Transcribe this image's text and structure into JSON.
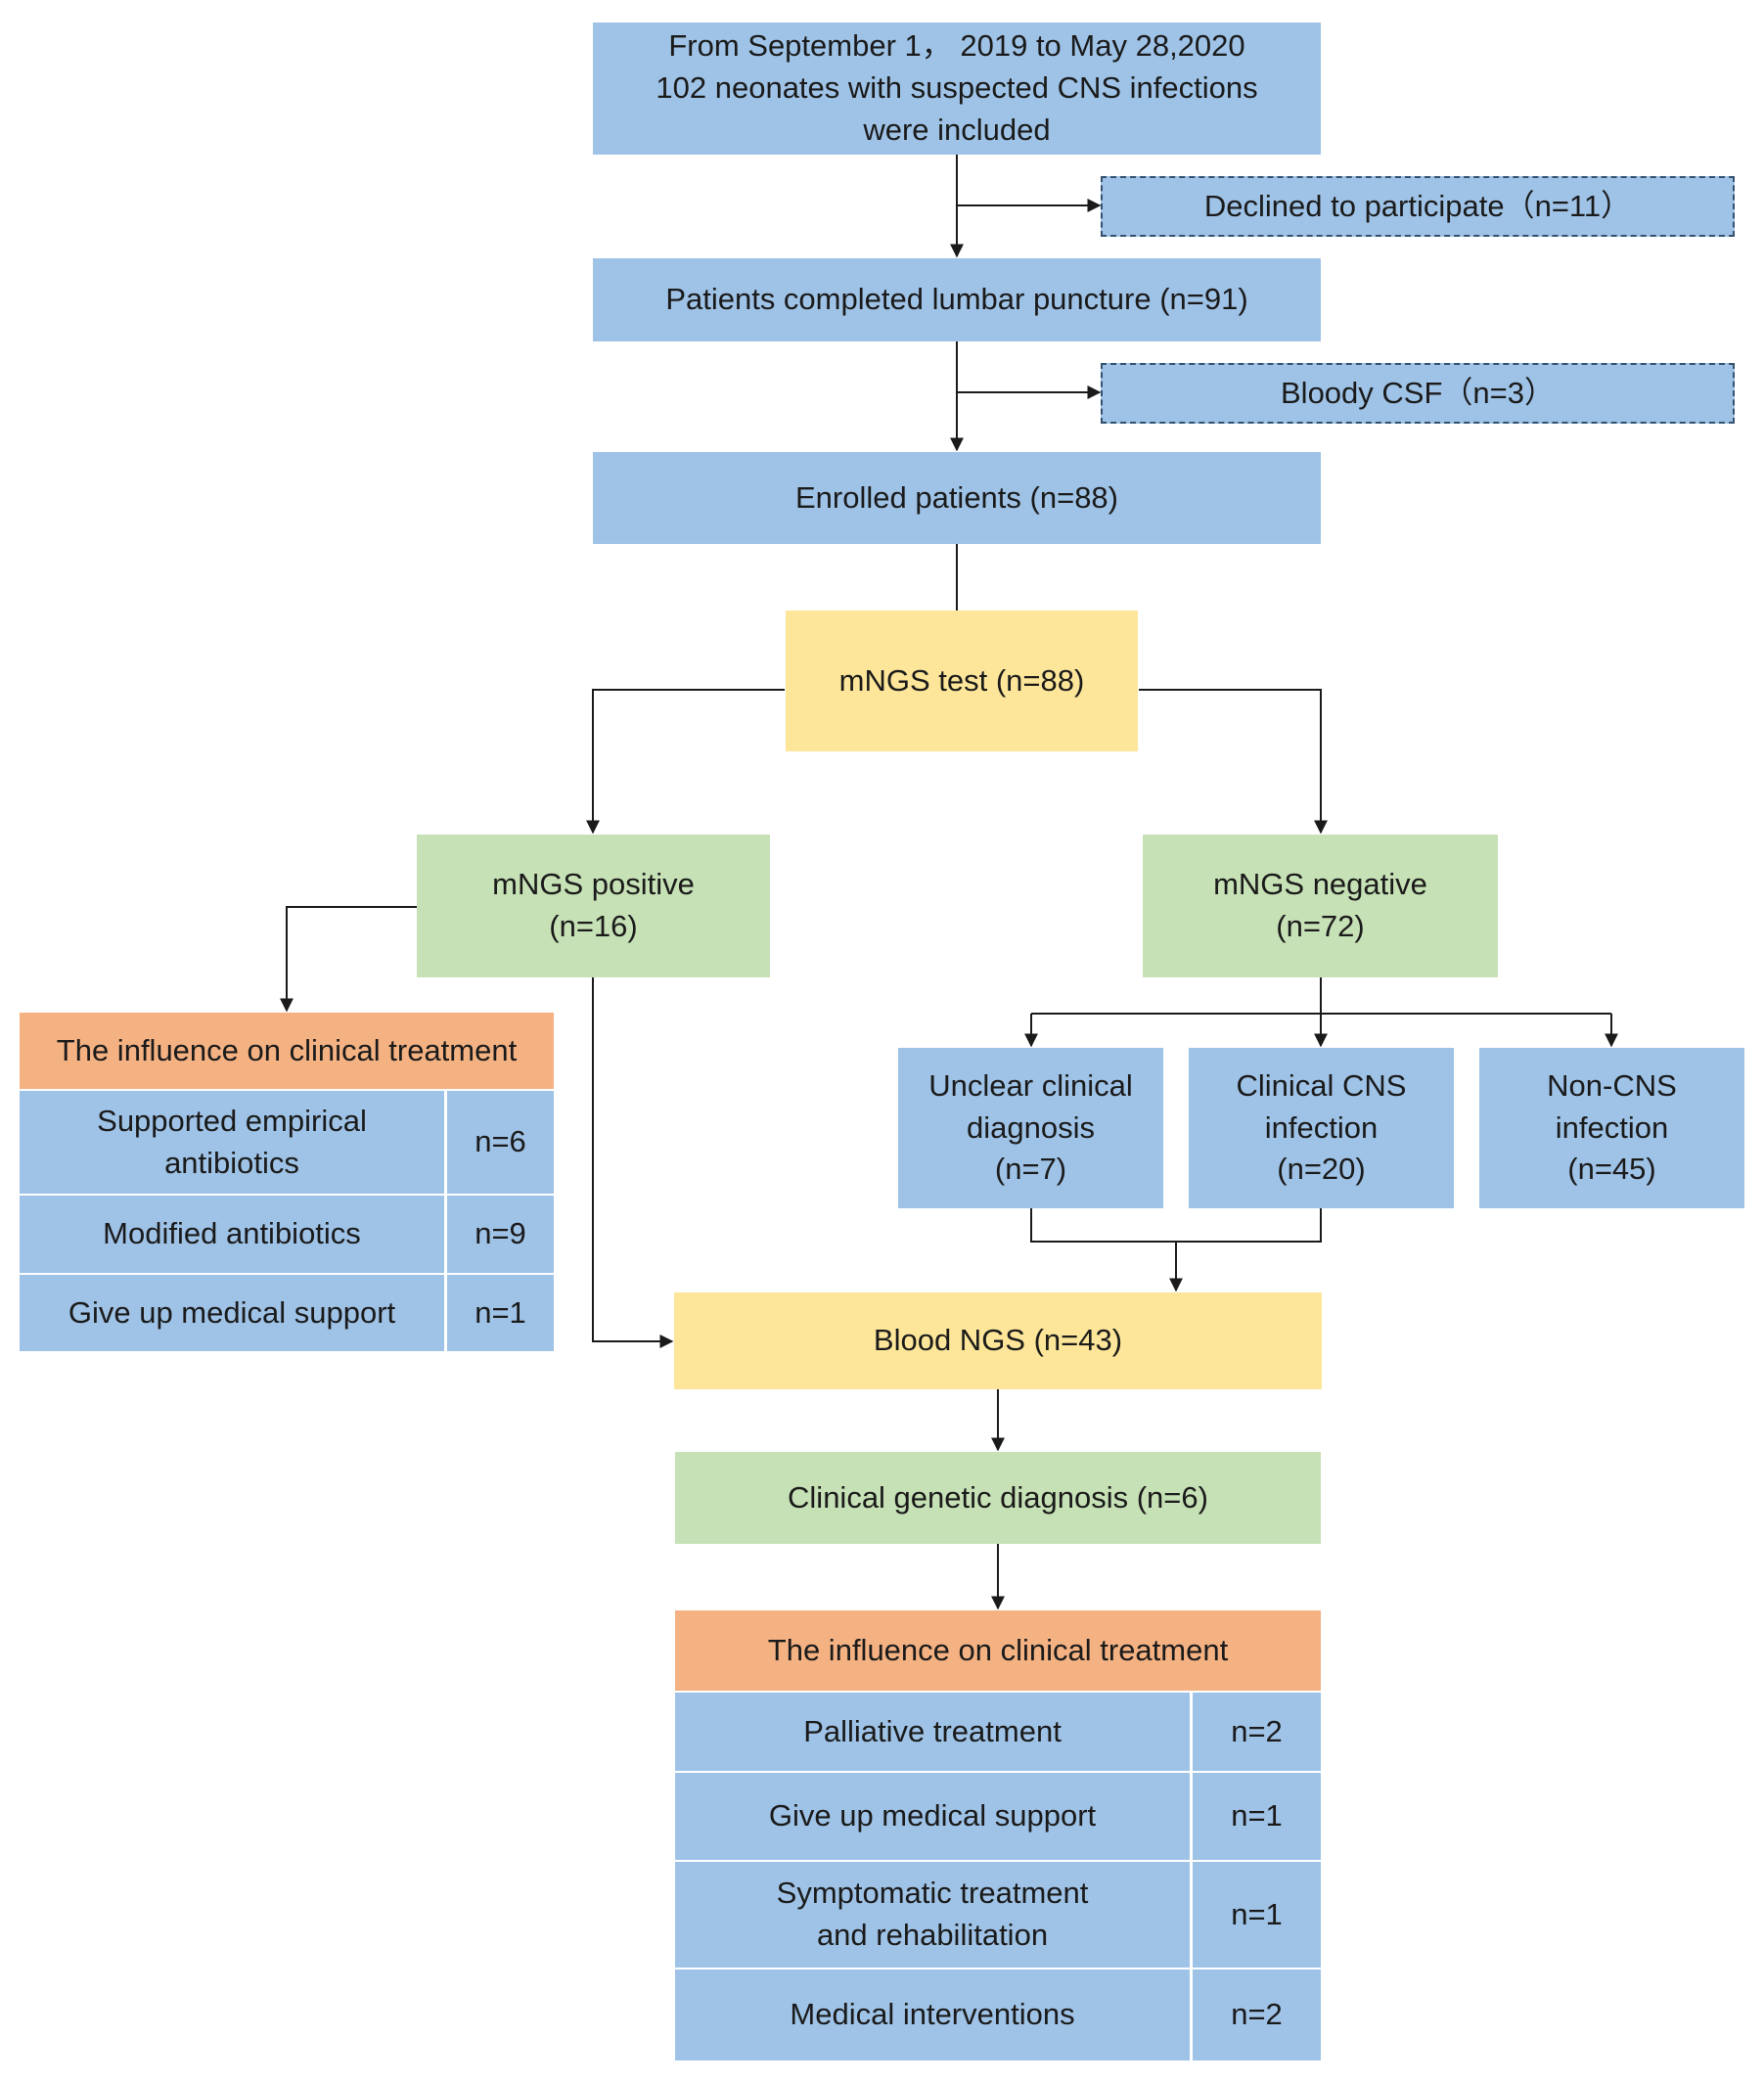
{
  "nodes": {
    "included": "From September 1，  2019 to May 28,2020\n102 neonates with suspected CNS infections\nwere included",
    "declined": "Declined to participate（n=11）",
    "lumbar": "Patients completed lumbar puncture (n=91)",
    "bloody": "Bloody CSF（n=3）",
    "enrolled": "Enrolled patients (n=88)",
    "mngs_test": "mNGS  test (n=88)",
    "positive": "mNGS positive\n(n=16)",
    "negative": "mNGS negative\n(n=72)",
    "unclear": "Unclear clinical\ndiagnosis\n(n=7)",
    "clinical_cns": "Clinical CNS\ninfection\n(n=20)",
    "non_cns": "Non-CNS\ninfection\n(n=45)",
    "blood_ngs": "Blood NGS (n=43)",
    "genetic": "Clinical genetic diagnosis  (n=6)"
  },
  "left_table": {
    "header": "The influence on clinical treatment",
    "rows": [
      {
        "label": "Supported empirical\nantibiotics",
        "count": "n=6"
      },
      {
        "label": "Modified antibiotics",
        "count": "n=9"
      },
      {
        "label": "Give up medical support",
        "count": "n=1"
      }
    ]
  },
  "bottom_table": {
    "header": "The influence on clinical treatment",
    "rows": [
      {
        "label": "Palliative treatment",
        "count": "n=2"
      },
      {
        "label": "Give up medical support",
        "count": "n=1"
      },
      {
        "label": "Symptomatic treatment\nand rehabilitation",
        "count": "n=1"
      },
      {
        "label": "Medical interventions",
        "count": "n=2"
      }
    ]
  },
  "colors": {
    "blue": "#9fc3e7",
    "yellow": "#fde699",
    "green": "#c7e1b6",
    "orange": "#f4b283",
    "line": "#1a1a1a"
  }
}
